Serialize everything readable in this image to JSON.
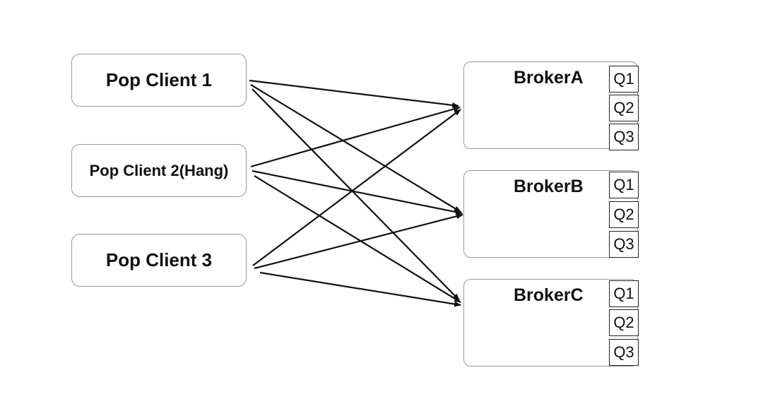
{
  "clients": [
    {
      "id": "c1",
      "label": "Pop Client 1"
    },
    {
      "id": "c2",
      "label": "Pop Client 2(Hang)"
    },
    {
      "id": "c3",
      "label": "Pop Client 3"
    }
  ],
  "brokers": [
    {
      "id": "bA",
      "label": "BrokerA",
      "queues": [
        "Q1",
        "Q2",
        "Q3"
      ]
    },
    {
      "id": "bB",
      "label": "BrokerB",
      "queues": [
        "Q1",
        "Q2",
        "Q3"
      ]
    },
    {
      "id": "bC",
      "label": "BrokerC",
      "queues": [
        "Q1",
        "Q2",
        "Q3"
      ]
    }
  ],
  "edges": [
    {
      "from": "c1",
      "to": "bA"
    },
    {
      "from": "c1",
      "to": "bB"
    },
    {
      "from": "c1",
      "to": "bC"
    },
    {
      "from": "c2",
      "to": "bA"
    },
    {
      "from": "c2",
      "to": "bB"
    },
    {
      "from": "c2",
      "to": "bC"
    },
    {
      "from": "c3",
      "to": "bA"
    },
    {
      "from": "c3",
      "to": "bB"
    },
    {
      "from": "c3",
      "to": "bC"
    }
  ],
  "colors": {
    "box_border": "#9a9a9a",
    "line": "#111111",
    "text": "#111111"
  }
}
